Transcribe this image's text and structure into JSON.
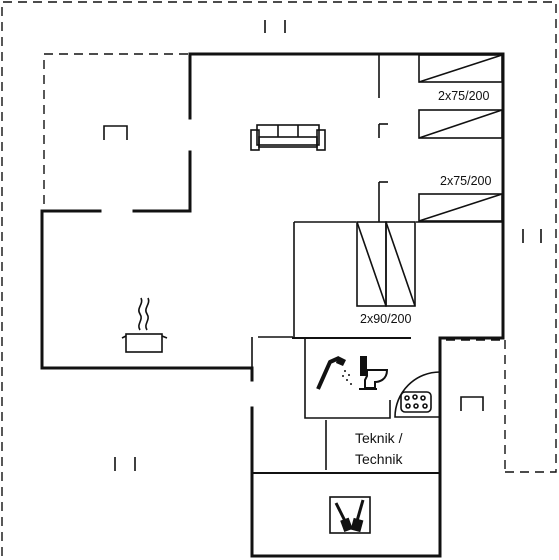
{
  "labels": {
    "bed_1": "2x75/200",
    "bed_2": "2x75/200",
    "bed_3": "2x90/200",
    "technik_line1": "Teknik /",
    "technik_line2": "Technik"
  },
  "icons": [
    "sofa-icon",
    "cooking-pot-icon",
    "shower-icon",
    "toilet-icon",
    "whirlpool-icon",
    "washing-tools-icon",
    "terrace-marker-icon"
  ]
}
